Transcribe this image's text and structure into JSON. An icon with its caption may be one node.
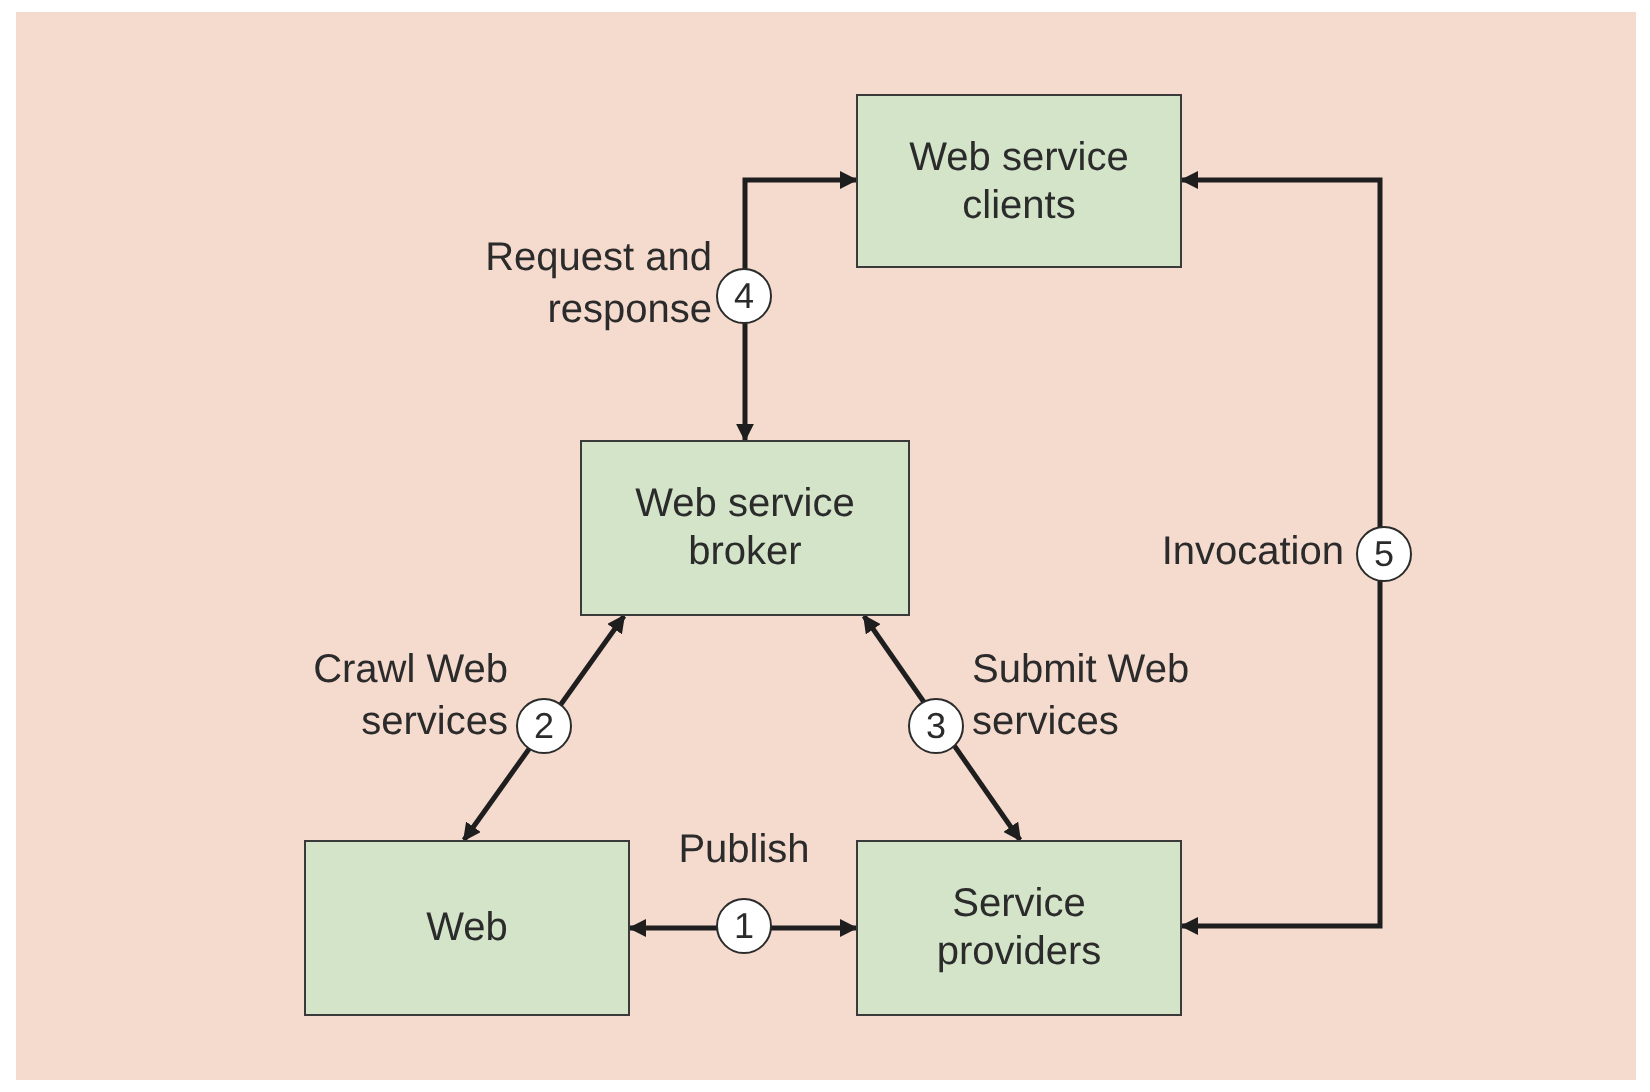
{
  "diagram": {
    "nodes": [
      {
        "text": [
          "Web service clients"
        ]
      },
      {
        "text": [
          "Web service broker"
        ]
      },
      {
        "text": [
          "Web"
        ]
      },
      {
        "text": [
          "Service providers"
        ]
      }
    ],
    "edges": [
      {
        "from": 2,
        "to": 3,
        "arrow": "both",
        "label": "Publish"
      },
      {
        "from": 1,
        "to": 2,
        "arrow": "both",
        "label": "Crawl Web services"
      },
      {
        "from": 1,
        "to": 3,
        "arrow": "both",
        "label": "Submit Web services"
      },
      {
        "from": 0,
        "to": 1,
        "arrow": "both",
        "label": "Request and response"
      },
      {
        "from": 0,
        "to": 3,
        "arrow": "both",
        "label": "Invocation"
      }
    ],
    "labels": [
      "4",
      "5",
      "2",
      "3",
      "1"
    ]
  }
}
